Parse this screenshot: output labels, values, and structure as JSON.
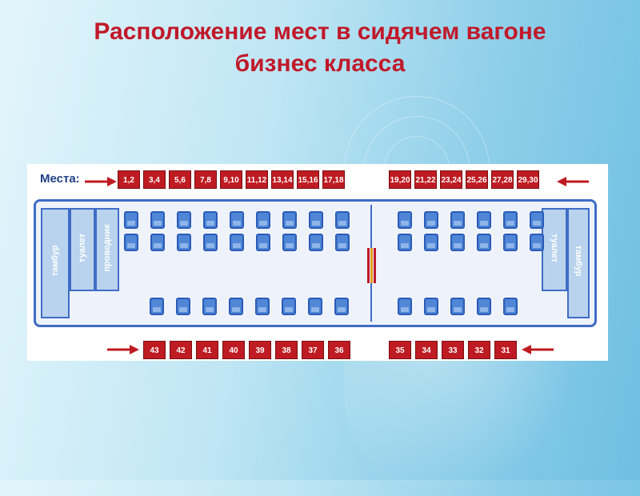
{
  "title": {
    "line1": "Расположение мест в сидячем вагоне",
    "line2": "бизнес класса"
  },
  "diagram": {
    "seats_label": "Места:",
    "top_left_seats": [
      "1,2",
      "3,4",
      "5,6",
      "7,8",
      "9,10",
      "11,12",
      "13,14",
      "15,16",
      "17,18"
    ],
    "top_right_seats": [
      "19,20",
      "21,22",
      "23,24",
      "25,26",
      "27,28",
      "29,30"
    ],
    "bottom_left_seats": [
      "43",
      "42",
      "41",
      "40",
      "39",
      "38",
      "37",
      "36"
    ],
    "bottom_right_seats": [
      "35",
      "34",
      "33",
      "32",
      "31"
    ],
    "rooms": {
      "vestibule_left": "тамбур",
      "toilet_left": "туалет",
      "attendant": "проводник",
      "toilet_right": "туалет",
      "vestibule_right": "тамбур"
    },
    "colors": {
      "seat_box": "#bf1b22",
      "car_outline": "#3f6cc5",
      "seat": "#4f86d6",
      "arrow": "#bf1b22",
      "title": "#c0192a"
    }
  }
}
